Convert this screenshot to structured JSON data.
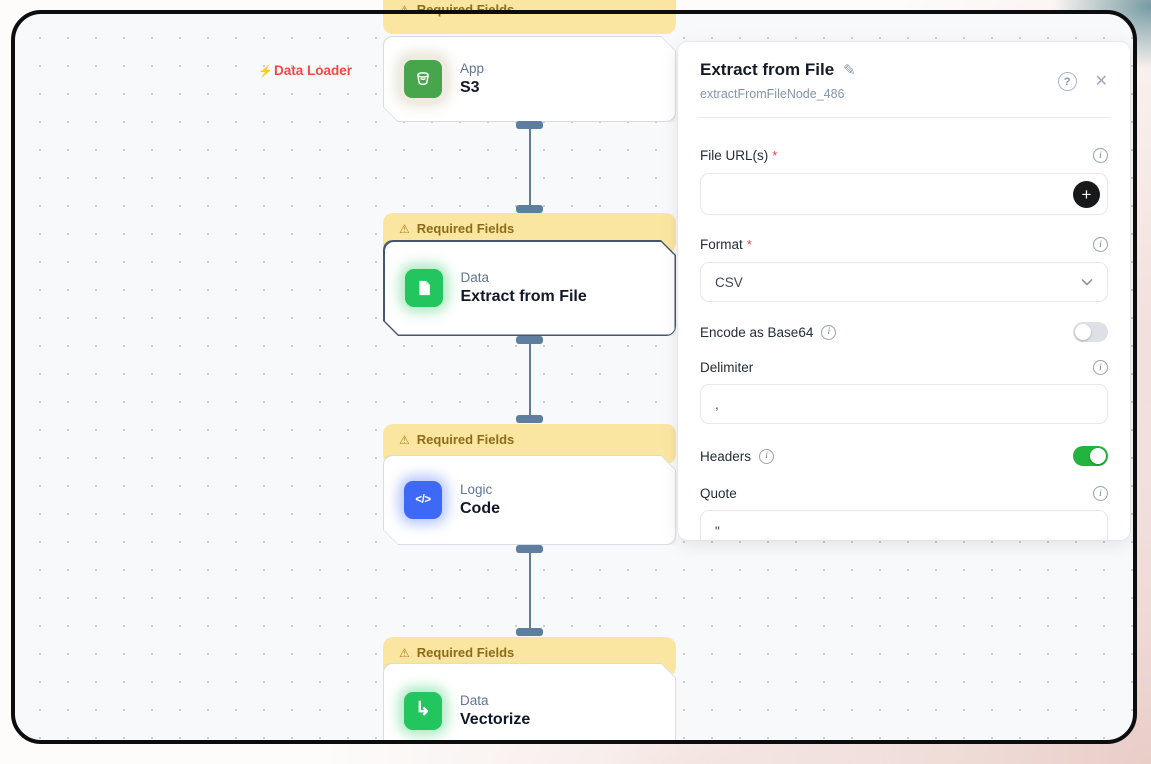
{
  "canvas": {
    "data_loader_label": "Data Loader",
    "nodes": [
      {
        "banner": "Required Fields",
        "category": "App",
        "title": "S3"
      },
      {
        "banner": "Required Fields",
        "category": "Data",
        "title": "Extract from File"
      },
      {
        "banner": "Required Fields",
        "category": "Logic",
        "title": "Code"
      },
      {
        "banner": "Required Fields",
        "category": "Data",
        "title": "Vectorize"
      }
    ]
  },
  "panel": {
    "title": "Extract from File",
    "node_id": "extractFromFileNode_486",
    "fields": {
      "file_urls": {
        "label": "File URL(s)",
        "required": "*",
        "value": ""
      },
      "format": {
        "label": "Format",
        "required": "*",
        "value": "CSV"
      },
      "encode_base64": {
        "label": "Encode as Base64",
        "enabled": false
      },
      "delimiter": {
        "label": "Delimiter",
        "value": ","
      },
      "headers": {
        "label": "Headers",
        "enabled": true
      },
      "quote": {
        "label": "Quote",
        "value": "\""
      }
    }
  },
  "icons": {
    "code_glyph": "</>",
    "vector_glyph": "↳",
    "warn_glyph": "⚠",
    "bolt_glyph": "⚡",
    "plus_glyph": "+",
    "pencil_glyph": "✎",
    "help_glyph": "?",
    "close_glyph": "✕"
  },
  "colors": {
    "banner_bg": "#fbe6a1",
    "banner_text": "#8d6b17",
    "node_green": "#22c55e",
    "node_blue": "#3e68f6",
    "s3_green": "#47a64b",
    "port_slate": "#5d7e9e",
    "toggle_on_green": "#24b33c",
    "data_loader_red": "#f4473d"
  }
}
